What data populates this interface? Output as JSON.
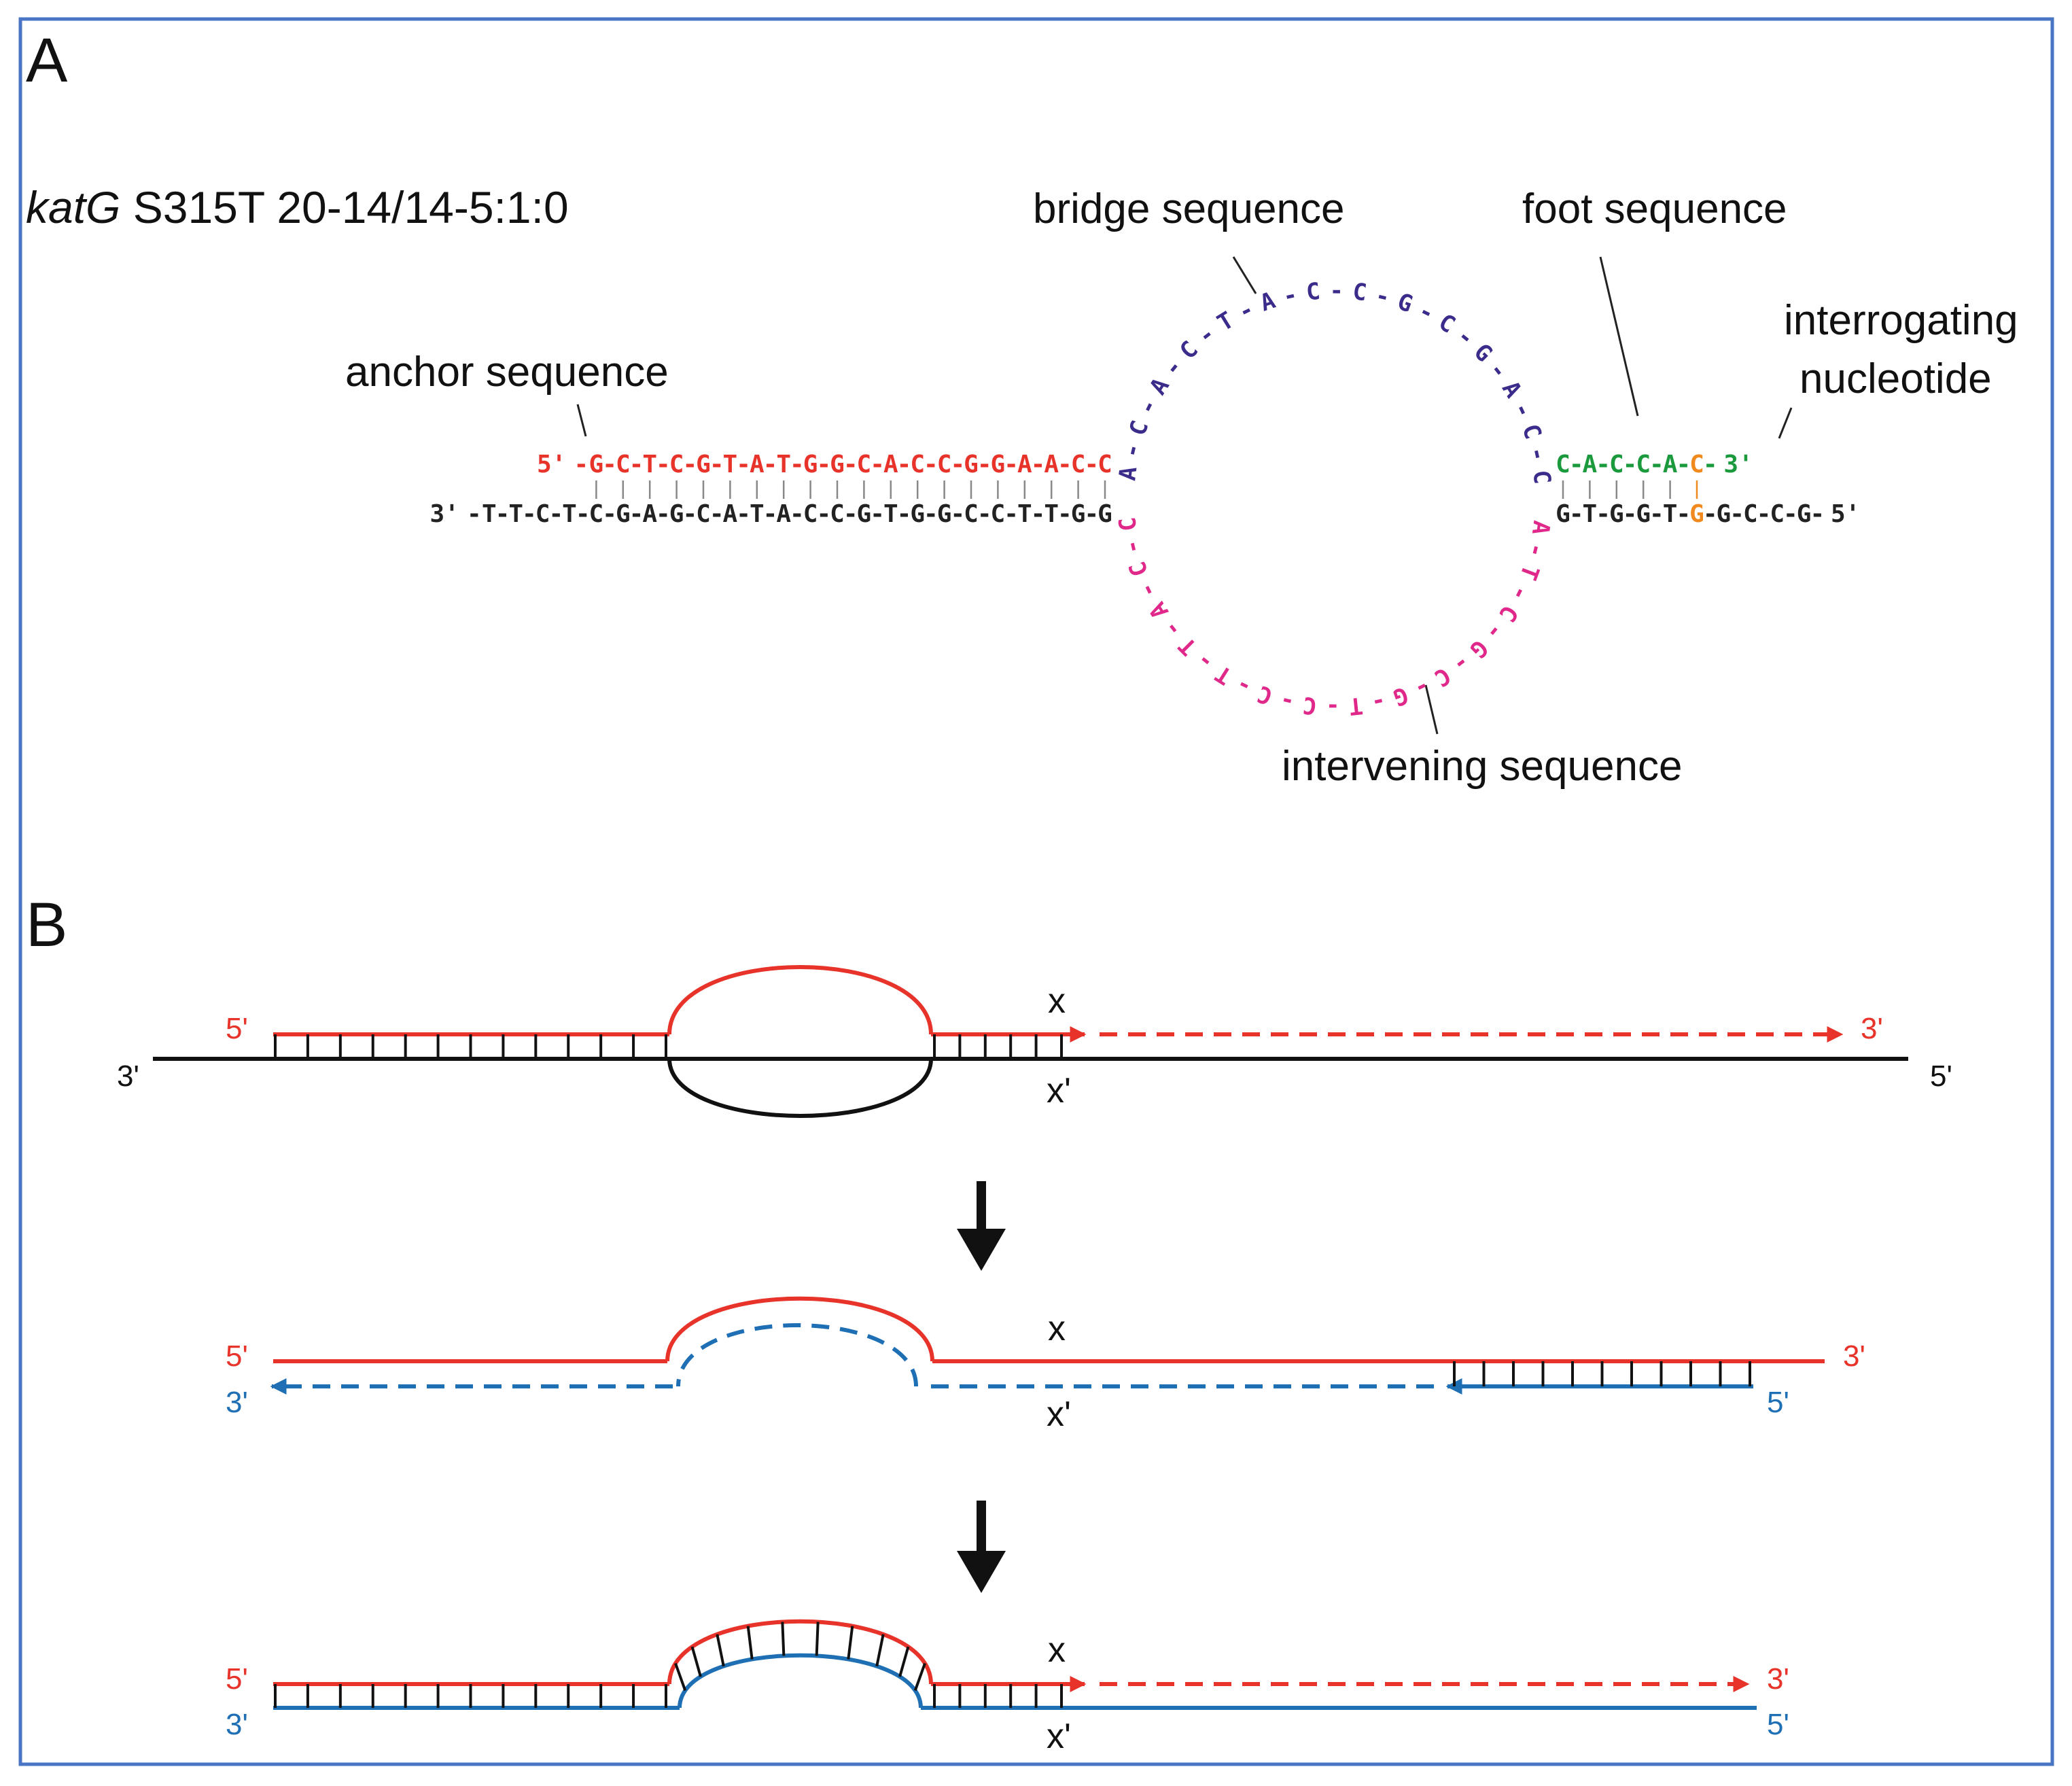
{
  "panel_a": {
    "label": "A",
    "construct": {
      "gene": "katG",
      "rest": " S315T 20-14/14-5:1:0"
    },
    "annotations": {
      "bridge": "bridge sequence",
      "foot": "foot sequence",
      "interrogating_1": "interrogating",
      "interrogating_2": "nucleotide",
      "anchor": "anchor sequence",
      "intervening": "intervening sequence"
    },
    "top_strand": {
      "prime_5": "5'",
      "anchor": [
        "G",
        "C",
        "T",
        "C",
        "G",
        "T",
        "A",
        "T",
        "G",
        "G",
        "C",
        "A",
        "C",
        "C",
        "G",
        "G",
        "A",
        "A",
        "C",
        "C"
      ],
      "foot": [
        "C",
        "A",
        "C",
        "C",
        "A"
      ],
      "interrogating": "C",
      "prime_3": "3'"
    },
    "bridge_loop": [
      "A",
      "C",
      "A",
      "C",
      "T",
      "A",
      "C",
      "C",
      "G",
      "C",
      "G",
      "A",
      "C",
      "C"
    ],
    "intervening_loop": [
      "C",
      "C",
      "A",
      "T",
      "T",
      "C",
      "C",
      "T",
      "G",
      "C",
      "G",
      "C",
      "T",
      "A"
    ],
    "bottom_strand": {
      "prime_3": "3'",
      "left": [
        "T",
        "T",
        "C",
        "T",
        "C",
        "G",
        "A",
        "G",
        "C",
        "A",
        "T",
        "A",
        "C",
        "C",
        "G",
        "T",
        "G",
        "G",
        "C",
        "C",
        "T",
        "T",
        "G",
        "G"
      ],
      "right_before": [
        "G",
        "T",
        "G",
        "G",
        "T"
      ],
      "target": "G",
      "right_after": [
        "G",
        "C",
        "C",
        "G"
      ],
      "prime_5": "5'"
    },
    "colors": {
      "anchor": "#e8332a",
      "bridge": "#3b2c8c",
      "intervening": "#e0288a",
      "foot": "#1a9a3c",
      "interrogating": "#f08a1e",
      "template": "#222222"
    }
  },
  "panel_b": {
    "label": "B",
    "step1": {
      "p5": "5'",
      "p3_left": "3'",
      "p3_right": "3'",
      "p5_right": "5'",
      "x": "x",
      "xp": "x'"
    },
    "step2": {
      "p5": "5'",
      "p3_left": "3'",
      "p3_right": "3'",
      "p5_right": "5'",
      "x": "x",
      "xp": "x'"
    },
    "step3": {
      "p5": "5'",
      "p3_left": "3'",
      "p3_right": "3'",
      "p5_right": "5'",
      "x": "x",
      "xp": "x'"
    },
    "colors": {
      "primer": "#e8332a",
      "complement": "#1f6fb5",
      "template": "#111111"
    }
  }
}
